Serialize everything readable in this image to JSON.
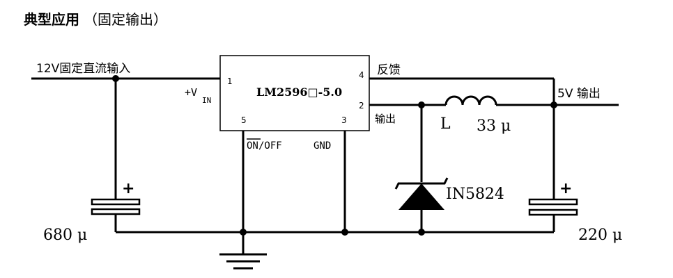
{
  "heading": {
    "title": "典型应用",
    "subtitle": "（固定输出）"
  },
  "input": {
    "label": "12V固定直流输入"
  },
  "ic": {
    "part": "LM2596□-5.0",
    "vin_label": "+V",
    "vin_sub": "IN",
    "pin1": "1",
    "pin2": "2",
    "pin3": "3",
    "pin4": "4",
    "pin5": "5",
    "feedback": "反馈",
    "output": "输出",
    "on_off_on": "ON",
    "on_off_rest": "/OFF",
    "gnd": "GND"
  },
  "inductor": {
    "symbol": "L",
    "value": "33 μ"
  },
  "diode": {
    "part": "IN5824"
  },
  "output": {
    "label": "5V 输出"
  },
  "capacitors": {
    "input_plus": "+",
    "input_value": "680 μ",
    "output_plus": "+",
    "output_value": "220 μ"
  }
}
